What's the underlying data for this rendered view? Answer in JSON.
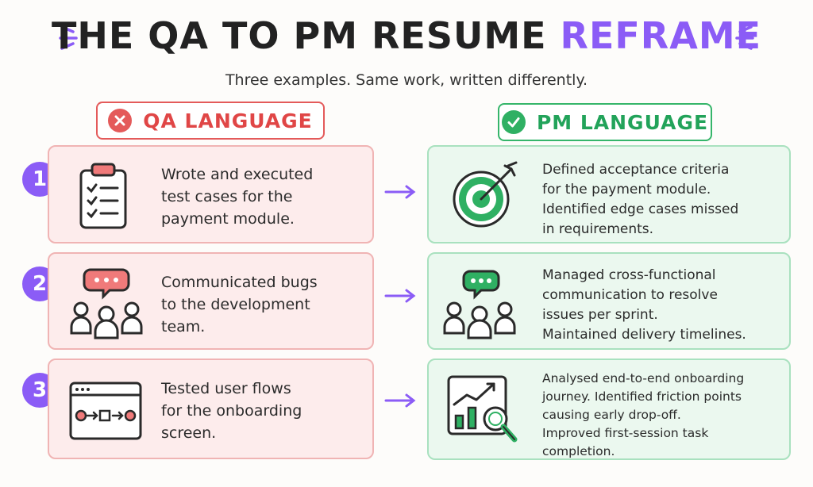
{
  "title": {
    "main": "THE QA TO PM RESUME",
    "accent": "REFRAME"
  },
  "subtitle": "Three examples. Same work, written differently.",
  "headers": {
    "qa": "QA LANGUAGE",
    "pm": "PM LANGUAGE"
  },
  "rows": [
    {
      "number": "1",
      "qa_lines": [
        "Wrote and executed",
        "test cases for the",
        "payment module."
      ],
      "pm_lines": [
        "Defined acceptance criteria",
        "for the payment module.",
        "Identified edge cases missed",
        "in requirements."
      ]
    },
    {
      "number": "2",
      "qa_lines": [
        "Communicated bugs",
        "to the development",
        "team."
      ],
      "pm_lines": [
        "Managed cross-functional",
        "communication to resolve",
        "issues per sprint.",
        "Maintained delivery timelines."
      ]
    },
    {
      "number": "3",
      "qa_lines": [
        "Tested user flows",
        "for the onboarding",
        "screen."
      ],
      "pm_lines": [
        "Analysed end-to-end onboarding",
        "journey. Identified friction points",
        "causing early drop-off.",
        "Improved first-session task",
        "completion."
      ]
    }
  ],
  "colors": {
    "accent": "#8b5cf6",
    "qa": "#e04646",
    "pm": "#22a35a"
  },
  "icons": [
    "clipboard-checklist-icon",
    "target-icon",
    "team-chat-icon",
    "user-flow-icon",
    "chart-magnifier-icon",
    "close-icon",
    "check-icon",
    "arrow-right-icon"
  ]
}
